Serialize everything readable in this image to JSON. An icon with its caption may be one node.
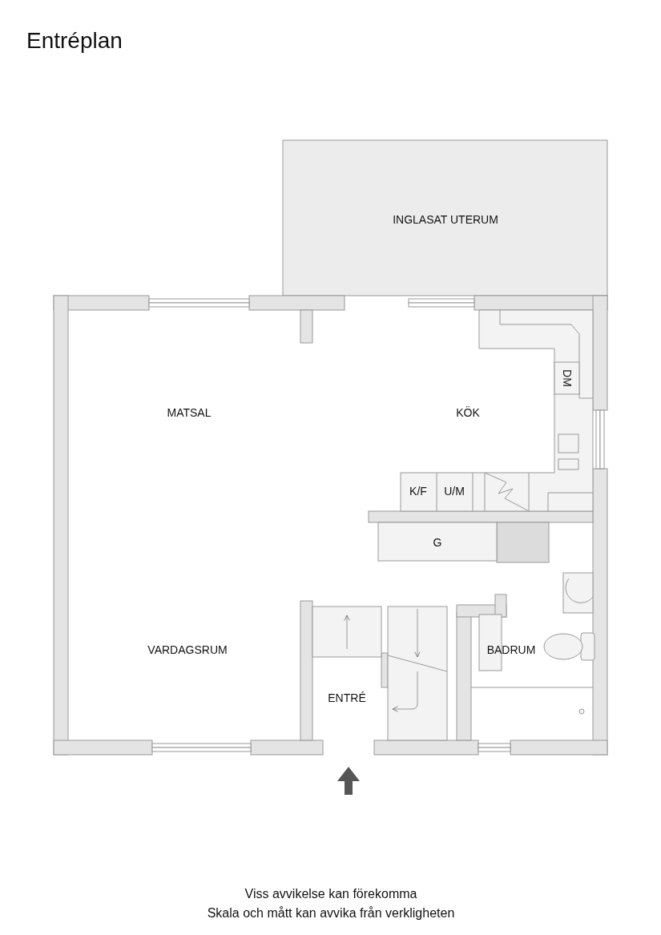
{
  "diagram": {
    "title": "Entréplan",
    "labels": [
      "INGLASAT UTERUM",
      "DM",
      "MATSAL",
      "KÖK",
      "K/F",
      "U/M",
      "G",
      "BADRUM",
      "VARDAGSRUM",
      "ENTRÉ",
      "Viss avvikelse kan förekomma",
      "Skala och mått kan avvika från verkligheten"
    ]
  }
}
